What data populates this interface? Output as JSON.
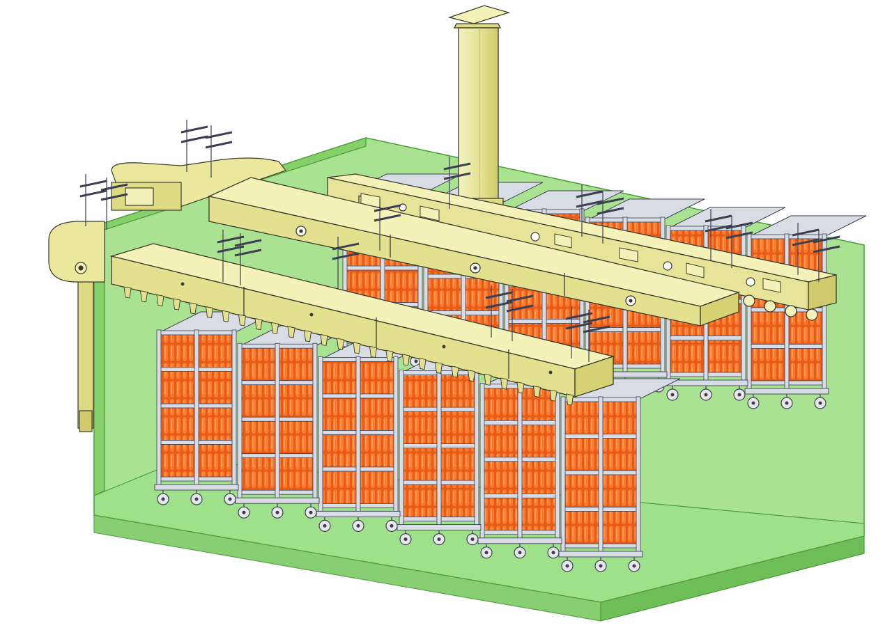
{
  "scene": {
    "subject": "smokehouse-chamber-isometric",
    "colors": {
      "background": "#ffffff",
      "chamber_fill": "#8fd878",
      "chamber_back": "#a6e08e",
      "chamber_floor": "#9ee28a",
      "chamber_edge": "#4b9a3a",
      "duct_top": "#f4f2b8",
      "duct_side": "#dedb84",
      "duct_front": "#ebe89e",
      "duct_edge": "#3a3a2a",
      "product": "#ff7a2e",
      "product_dark": "#e05a14",
      "rack_frame": "#d8dce4",
      "rack_edge": "#3c3f52",
      "wheel": "#e8e8ec"
    },
    "rack_rows": 2,
    "racks_per_row": 6,
    "shelves_per_rack": 4
  }
}
